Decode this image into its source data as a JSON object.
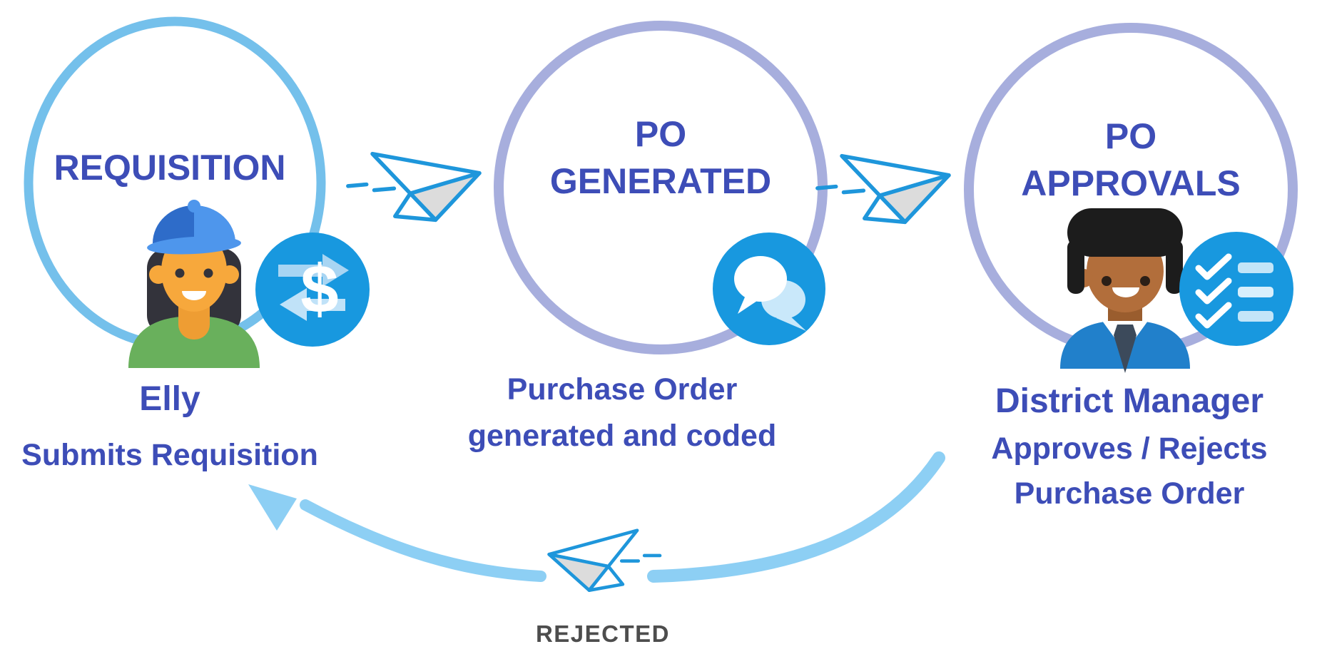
{
  "diagram": {
    "type": "process-flow",
    "background": "#ffffff",
    "colors": {
      "heading_text": "#3D4DB7",
      "stage1_ring": "#74C0EB",
      "stage2_ring": "#A7AEDD",
      "stage3_ring": "#A7AEDD",
      "badge_blue": "#1898DF",
      "badge_icon_light_blue": "#A8D5F3",
      "plane_outline": "#1E96DB",
      "plane_fill_gray": "#DCDCDC",
      "reject_arrow": "#8DCFF4",
      "rejected_text": "#4D4D4D",
      "cap_blue": "#2E6CC9",
      "shirt_green": "#69B05C",
      "suit_blue": "#2180CB"
    },
    "stages": [
      {
        "id": "requisition",
        "title_lines": [
          "REQUISITION"
        ],
        "person": "Elly",
        "caption_lines": [
          "Submits Requisition"
        ],
        "icon": "currency-exchange-icon",
        "avatar": "woman-with-cap-avatar"
      },
      {
        "id": "po-generated",
        "title_lines": [
          "PO",
          "GENERATED"
        ],
        "person": "",
        "caption_lines": [
          "Purchase Order",
          "generated and coded"
        ],
        "icon": "chat-bubbles-icon",
        "avatar": ""
      },
      {
        "id": "po-approvals",
        "title_lines": [
          "PO",
          "APPROVALS"
        ],
        "person": "District Manager",
        "caption_lines": [
          "Approves / Rejects",
          "Purchase Order"
        ],
        "icon": "checklist-icon",
        "avatar": "man-in-suit-avatar"
      }
    ],
    "connectors": [
      {
        "id": "requisition-to-po-generated",
        "icon": "paper-plane-icon",
        "direction": "right"
      },
      {
        "id": "po-generated-to-po-approvals",
        "icon": "paper-plane-icon",
        "direction": "right"
      },
      {
        "id": "po-approvals-rejected-to-requisition",
        "icon": "paper-plane-icon",
        "direction": "left",
        "label": "REJECTED"
      }
    ],
    "reject_label": "REJECTED",
    "money_symbol": "$"
  }
}
